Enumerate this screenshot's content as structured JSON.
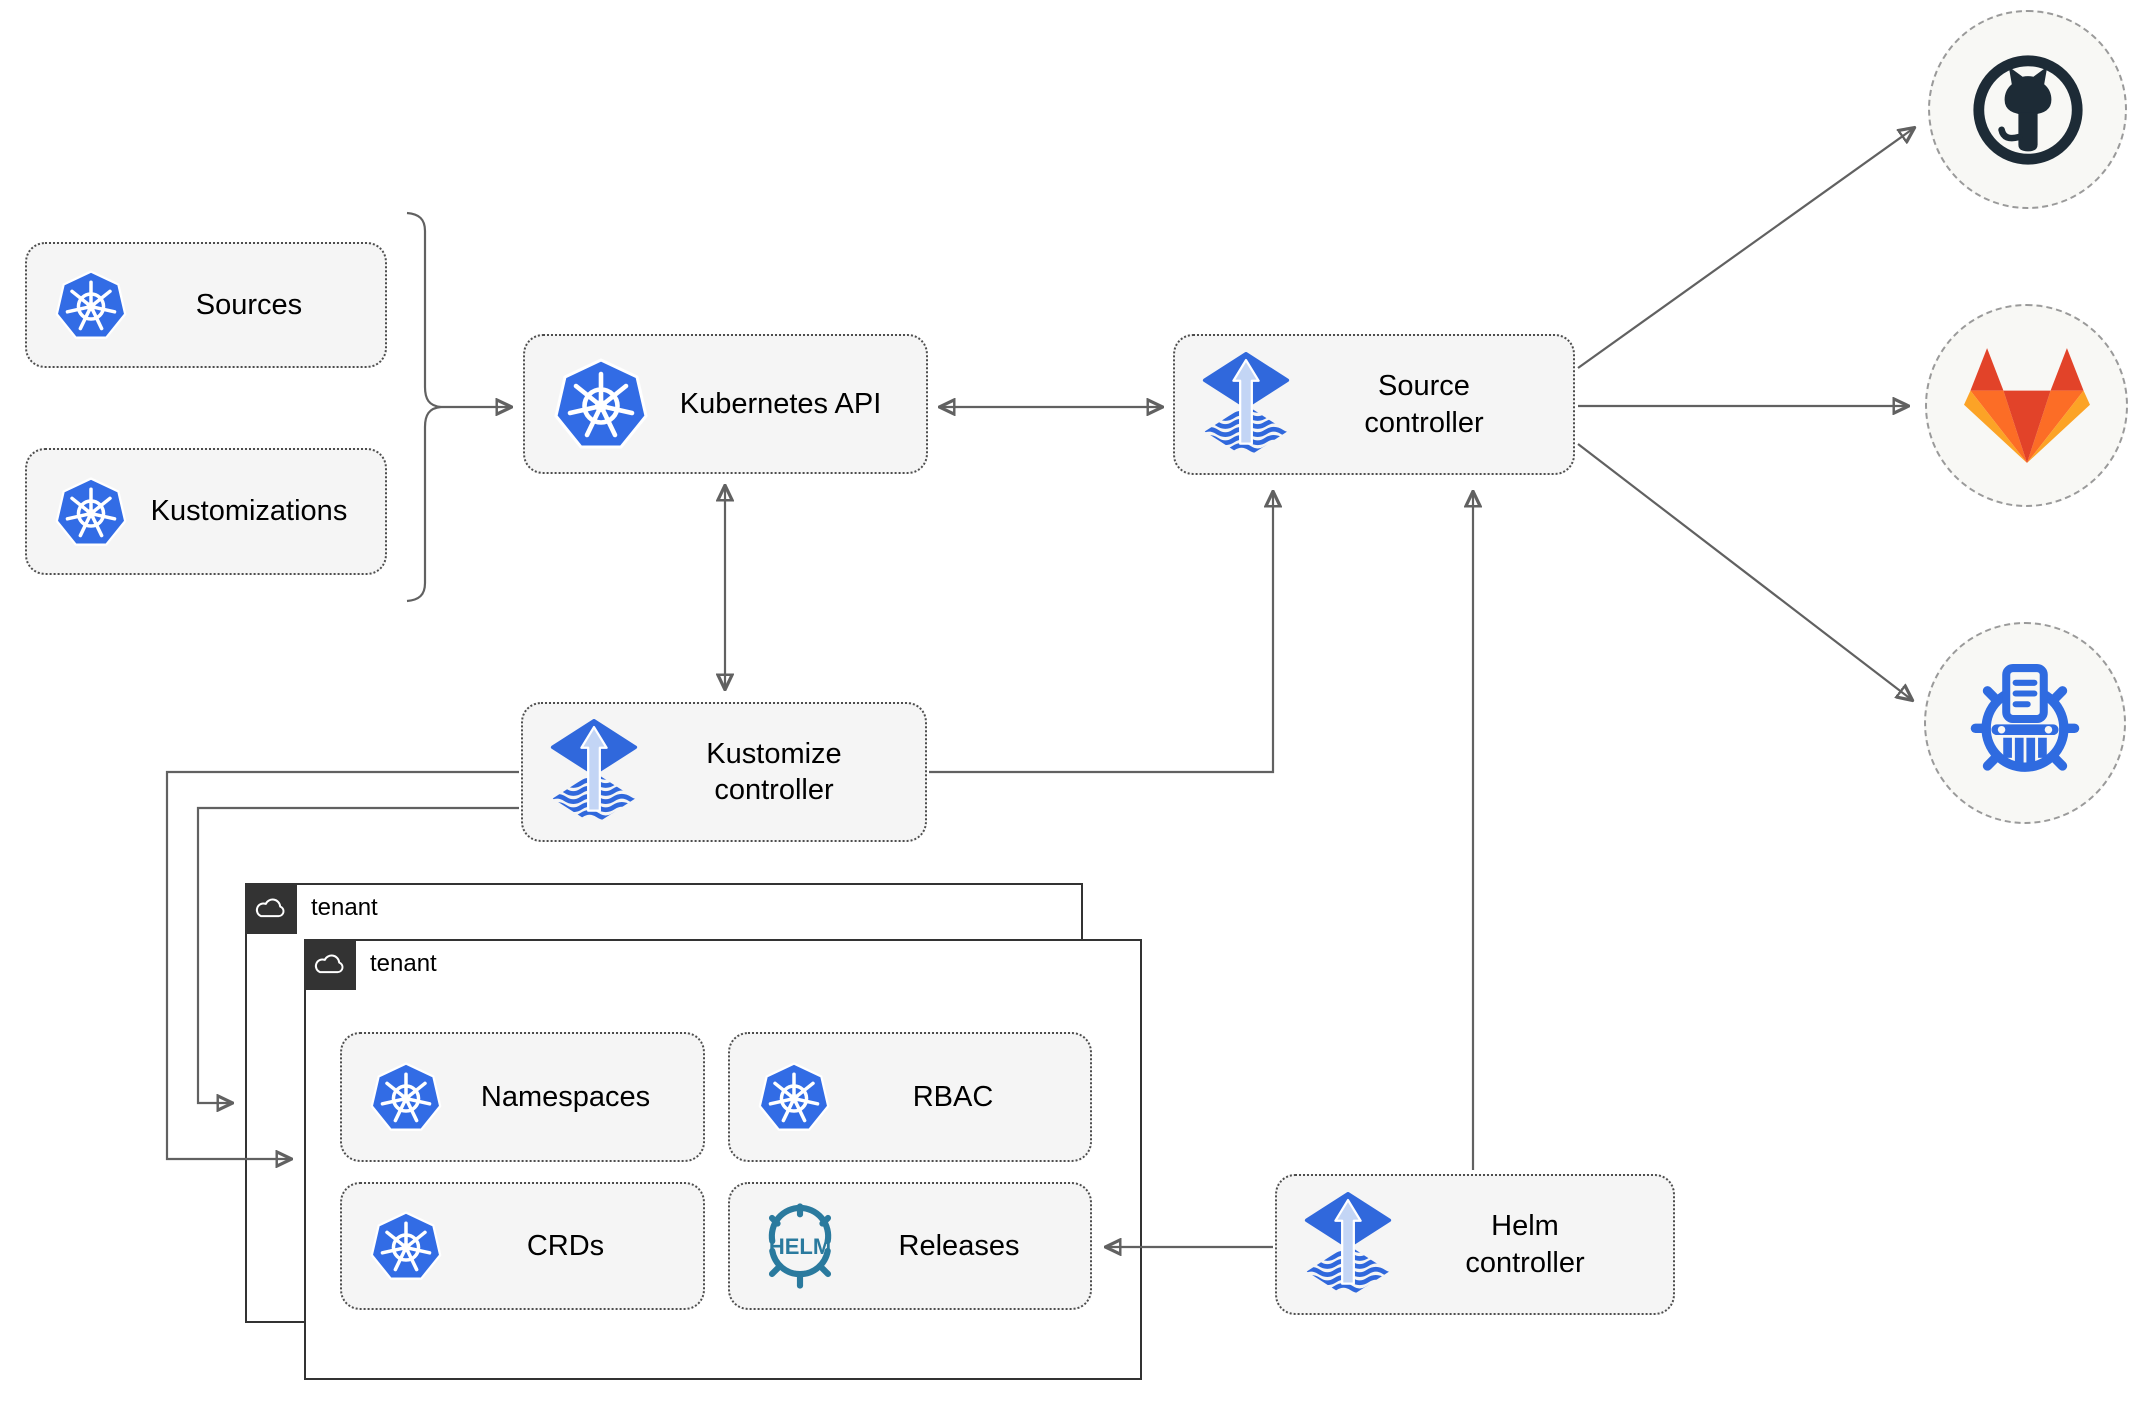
{
  "title": "Flux GitOps multi-tenancy architecture diagram",
  "colors": {
    "page_bg": "#ffffff",
    "node_bg": "#f5f5f5",
    "node_border": "#4d4d4d",
    "label_text": "#000000",
    "line": "#616161",
    "tenant_border": "#333333",
    "tenant_bg": "#ffffff",
    "badge_bg": "#333333",
    "badge_icon": "#ffffff",
    "endpoint_bg": "#f8f8f5",
    "endpoint_border": "#9a9a9a",
    "k8s_blue": "#326ce5",
    "flux_blue": "#3068dc",
    "flux_arrow": "#c3d5f5",
    "helm_teal": "#2a7a9e",
    "github_dark": "#1d2b36",
    "gitlab_dark_orange": "#e24329",
    "gitlab_orange": "#fc6d26",
    "gitlab_light_orange": "#fca326",
    "museum_blue": "#2f6be0"
  },
  "nodes": {
    "sources": {
      "label": "Sources",
      "icon": "kubernetes"
    },
    "kustomizations": {
      "label": "Kustomizations",
      "icon": "kubernetes"
    },
    "kubernetes_api": {
      "label": "Kubernetes API",
      "icon": "kubernetes"
    },
    "source_controller": {
      "label": "Source\ncontroller",
      "icon": "flux"
    },
    "kustomize_controller": {
      "label": "Kustomize\ncontroller",
      "icon": "flux"
    },
    "helm_controller": {
      "label": "Helm\ncontroller",
      "icon": "flux"
    },
    "namespaces": {
      "label": "Namespaces",
      "icon": "kubernetes"
    },
    "rbac": {
      "label": "RBAC",
      "icon": "kubernetes"
    },
    "crds": {
      "label": "CRDs",
      "icon": "kubernetes"
    },
    "releases": {
      "label": "Releases",
      "icon": "helm"
    }
  },
  "icons": {
    "helm_text": "HELM",
    "kubernetes": "blue heptagon with white ship wheel",
    "flux": "blue diamond with light arrow over wavy striped diamond",
    "cloud": "white outline cloud on dark badge",
    "github": "octocat in dark ring",
    "gitlab": "orange tanuki fox",
    "chartmuseum": "blue wheel with document and museum columns"
  },
  "tenants": {
    "outer": {
      "label": "tenant"
    },
    "inner": {
      "label": "tenant"
    }
  },
  "endpoints": [
    {
      "name": "github"
    },
    {
      "name": "gitlab"
    },
    {
      "name": "chartmuseum"
    }
  ],
  "edges": [
    {
      "from": "sources_and_kustomizations_brace",
      "to": "kubernetes_api",
      "arrows": "end"
    },
    {
      "from": "kubernetes_api",
      "to": "source_controller",
      "arrows": "both"
    },
    {
      "from": "kubernetes_api",
      "to": "kustomize_controller",
      "arrows": "both"
    },
    {
      "from": "kustomize_controller",
      "to": "source_controller",
      "arrows": "end"
    },
    {
      "from": "helm_controller",
      "to": "source_controller",
      "arrows": "end"
    },
    {
      "from": "helm_controller",
      "to": "releases",
      "arrows": "end"
    },
    {
      "from": "kustomize_controller",
      "to": "tenant_outer",
      "arrows": "end"
    },
    {
      "from": "kustomize_controller",
      "to": "tenant_inner",
      "arrows": "end"
    },
    {
      "from": "source_controller",
      "to": "github",
      "arrows": "end"
    },
    {
      "from": "source_controller",
      "to": "gitlab",
      "arrows": "end"
    },
    {
      "from": "source_controller",
      "to": "chartmuseum",
      "arrows": "end"
    }
  ]
}
